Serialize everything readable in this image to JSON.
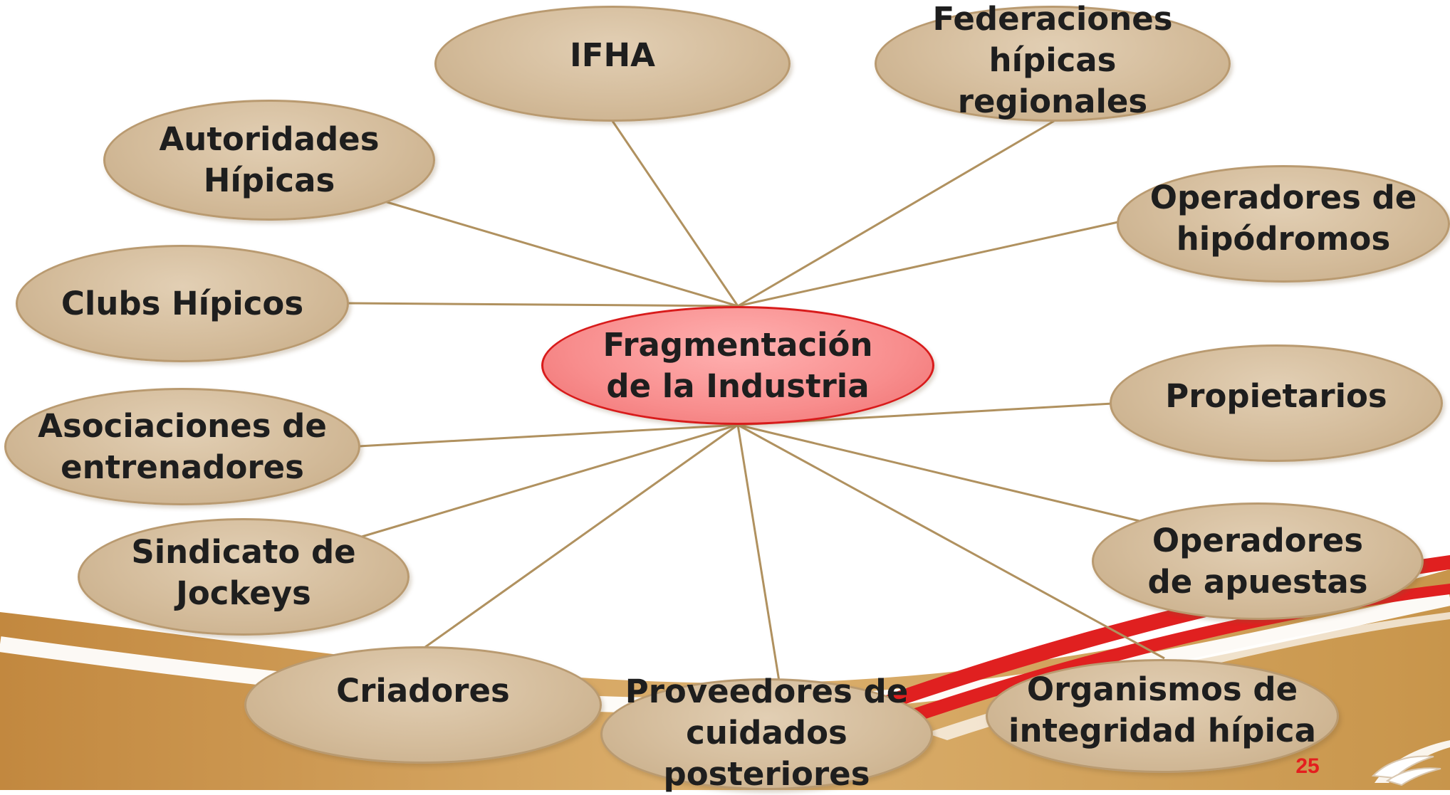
{
  "diagram": {
    "center": "Fragmentación\nde la Industria",
    "nodes": {
      "ifha": "IFHA",
      "federaciones": "Federaciones\nhípicas\nregionales",
      "autoridades": "Autoridades\nHípicas",
      "operadores_hipodromos": "Operadores de\nhipódromos",
      "clubs": "Clubs Hípicos",
      "propietarios": "Propietarios",
      "asociaciones": "Asociaciones de\nentrenadores",
      "sindicato": "Sindicato de\nJockeys",
      "operadores_apuestas": "Operadores\nde apuestas",
      "criadores": "Criadores",
      "proveedores": "Proveedores de\ncuidados posteriores",
      "organismos": "Organismos de\nintegridad hípica"
    }
  },
  "slide_number": "25",
  "colors": {
    "node_fill": "#d4bc9b",
    "node_border": "#b99a70",
    "center_fill": "#f88d8d",
    "center_border": "#d81b1b",
    "connector": "#b0915f",
    "swoosh_red": "#e02020",
    "swoosh_gold": "#c99a4e"
  }
}
